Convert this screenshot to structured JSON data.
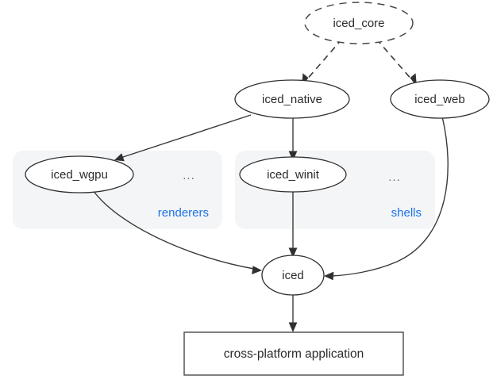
{
  "diagram": {
    "type": "dependency-graph",
    "background_color": "#ffffff",
    "node_stroke_color": "#2f2f2f",
    "node_fill_color": "#ffffff",
    "edge_color": "#3a3a3a",
    "cluster_fill_color": "#f4f5f7",
    "cluster_label_color": "#1a73e8",
    "text_color": "#2b2b2b",
    "nodes": {
      "iced_core": {
        "label": "iced_core",
        "shape": "ellipse",
        "style": "dashed"
      },
      "iced_native": {
        "label": "iced_native",
        "shape": "ellipse",
        "style": "solid"
      },
      "iced_web": {
        "label": "iced_web",
        "shape": "ellipse",
        "style": "solid"
      },
      "iced_wgpu": {
        "label": "iced_wgpu",
        "shape": "ellipse",
        "style": "solid"
      },
      "iced_winit": {
        "label": "iced_winit",
        "shape": "ellipse",
        "style": "solid"
      },
      "iced": {
        "label": "iced",
        "shape": "ellipse",
        "style": "solid"
      },
      "application": {
        "label": "cross-platform application",
        "shape": "rectangle",
        "style": "solid"
      }
    },
    "clusters": {
      "renderers": {
        "label": "renderers",
        "more_label": "..."
      },
      "shells": {
        "label": "shells",
        "more_label": "..."
      }
    },
    "edges": [
      {
        "from": "iced_core",
        "to": "iced_native",
        "style": "dashed"
      },
      {
        "from": "iced_core",
        "to": "iced_web",
        "style": "dashed"
      },
      {
        "from": "iced_native",
        "to": "iced_wgpu",
        "style": "solid"
      },
      {
        "from": "iced_native",
        "to": "iced_winit",
        "style": "solid"
      },
      {
        "from": "iced_wgpu",
        "to": "iced",
        "style": "solid"
      },
      {
        "from": "iced_winit",
        "to": "iced",
        "style": "solid"
      },
      {
        "from": "iced_web",
        "to": "iced",
        "style": "solid"
      },
      {
        "from": "iced",
        "to": "application",
        "style": "solid"
      }
    ]
  }
}
